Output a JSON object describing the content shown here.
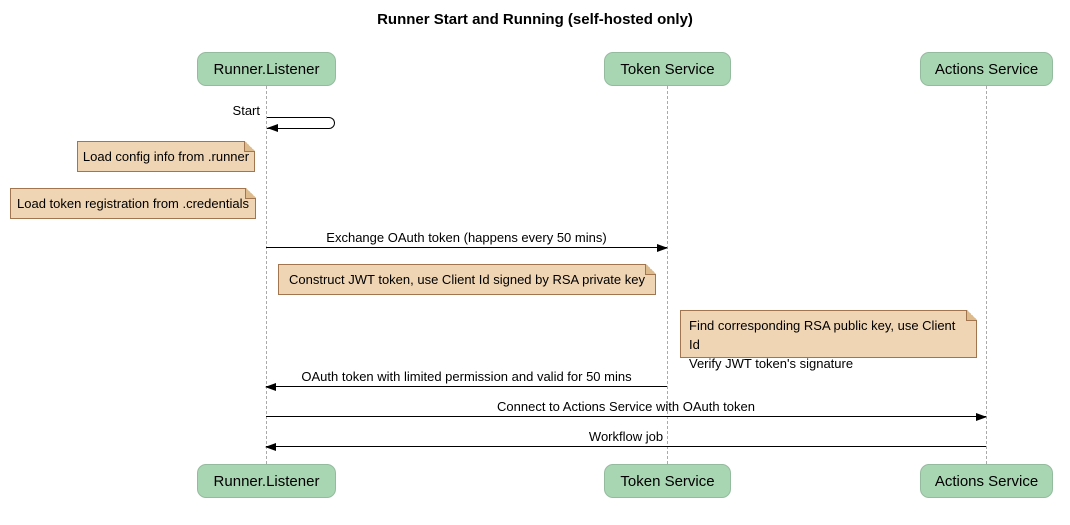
{
  "title": "Runner Start and Running (self-hosted only)",
  "colors": {
    "actor_fill": "#a9d6b2",
    "actor_border": "#94bb9e",
    "note_fill": "#efd5b4",
    "note_border": "#a1764f",
    "lifeline": "#aaaaaa",
    "arrow": "#000000",
    "background": "#ffffff"
  },
  "actors": [
    {
      "id": "runner-listener",
      "label": "Runner.Listener"
    },
    {
      "id": "token-service",
      "label": "Token Service"
    },
    {
      "id": "actions-service",
      "label": "Actions Service"
    }
  ],
  "messages": [
    {
      "label": "Start",
      "from": "runner-listener",
      "to": "runner-listener",
      "type": "self"
    },
    {
      "label": "Exchange OAuth token (happens every 50 mins)",
      "from": "runner-listener",
      "to": "token-service",
      "type": "solid"
    },
    {
      "label": "OAuth token with limited permission and valid for 50 mins",
      "from": "token-service",
      "to": "runner-listener",
      "type": "solid"
    },
    {
      "label": "Connect to Actions Service with OAuth token",
      "from": "runner-listener",
      "to": "actions-service",
      "type": "solid"
    },
    {
      "label": "Workflow job",
      "from": "actions-service",
      "to": "runner-listener",
      "type": "solid"
    }
  ],
  "notes": [
    {
      "text": "Load config info from .runner",
      "anchor": "left of runner-listener"
    },
    {
      "text": "Load token registration from .credentials",
      "anchor": "left of runner-listener"
    },
    {
      "text": "Construct JWT token, use Client Id signed by RSA private key",
      "anchor": "between runner-listener and token-service"
    },
    {
      "line1": "Find corresponding RSA public key, use Client Id",
      "line2": "Verify JWT token's signature",
      "anchor": "between token-service and actions-service"
    }
  ]
}
